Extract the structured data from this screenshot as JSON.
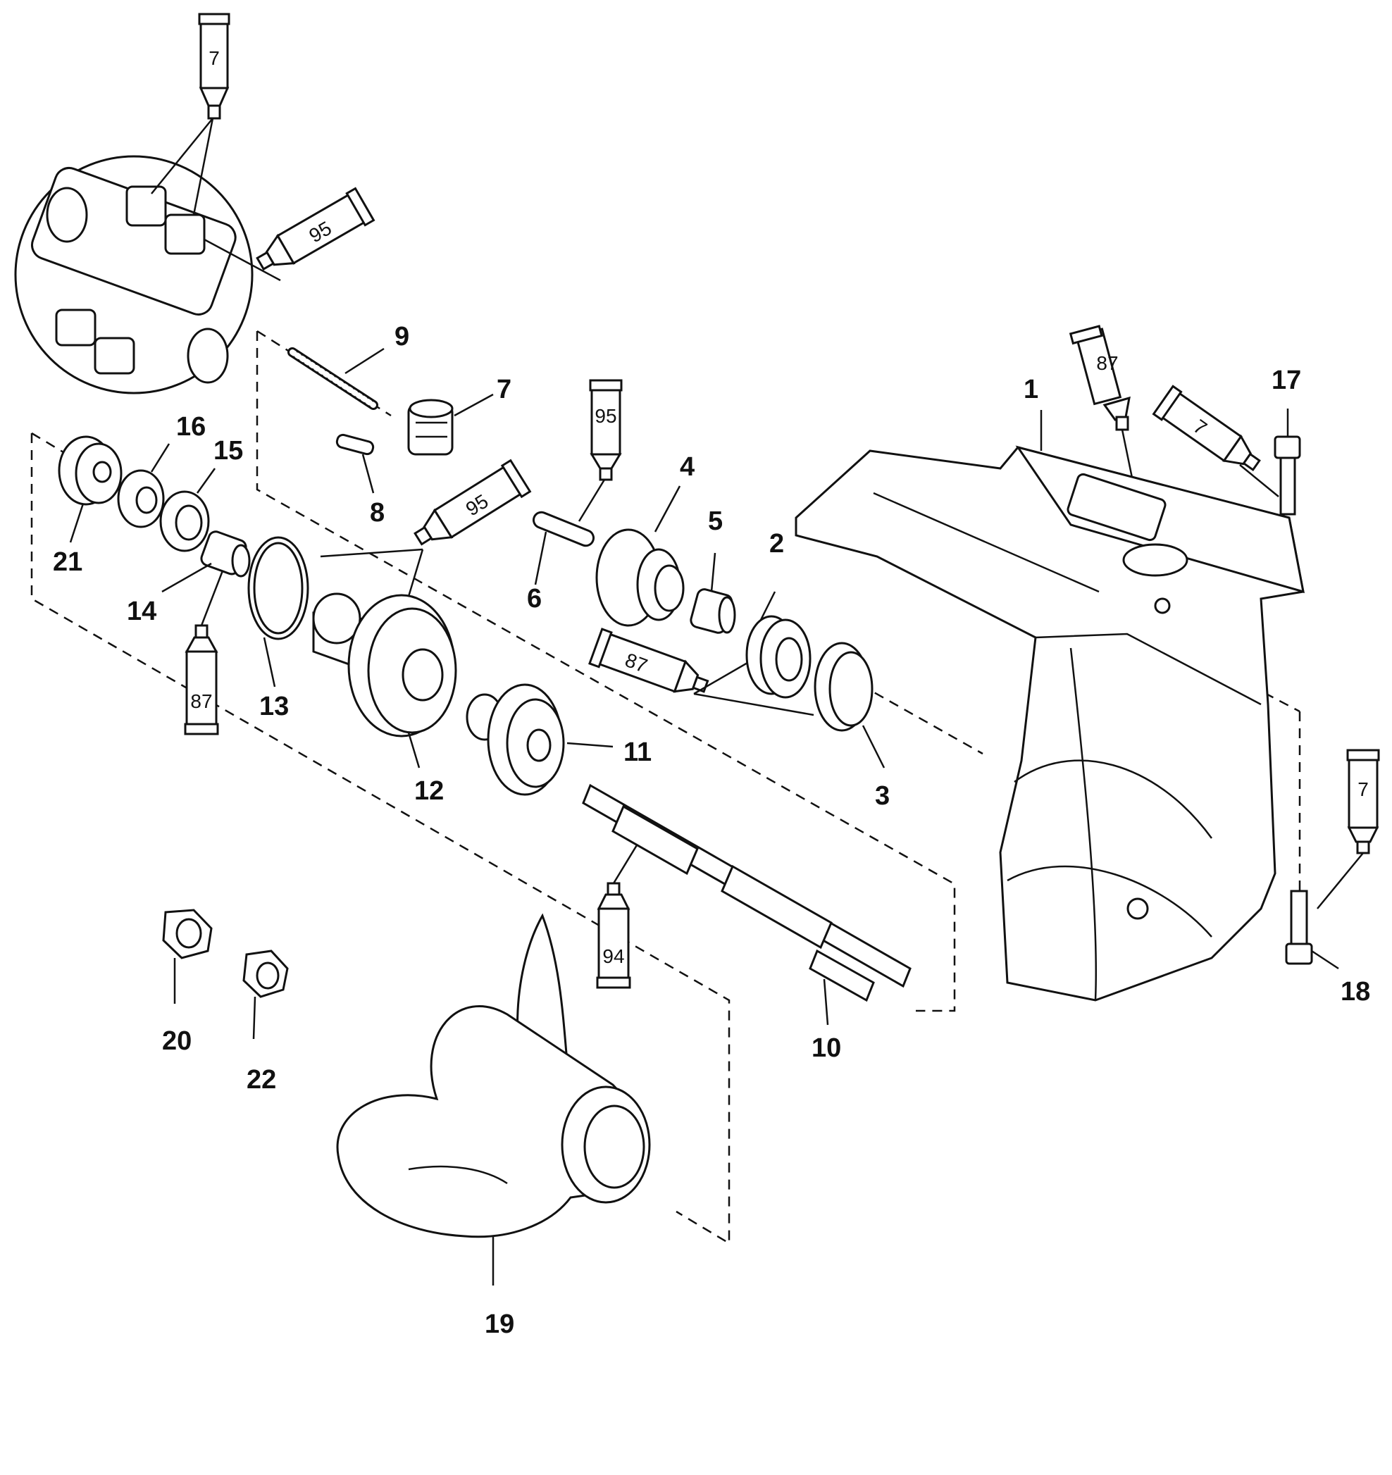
{
  "callouts": [
    {
      "id": "c1",
      "text": "1"
    },
    {
      "id": "c2",
      "text": "2"
    },
    {
      "id": "c3",
      "text": "3"
    },
    {
      "id": "c4",
      "text": "4"
    },
    {
      "id": "c5",
      "text": "5"
    },
    {
      "id": "c6",
      "text": "6"
    },
    {
      "id": "c7",
      "text": "7"
    },
    {
      "id": "c8",
      "text": "8"
    },
    {
      "id": "c9",
      "text": "9"
    },
    {
      "id": "c10",
      "text": "10"
    },
    {
      "id": "c11",
      "text": "11"
    },
    {
      "id": "c12",
      "text": "12"
    },
    {
      "id": "c13",
      "text": "13"
    },
    {
      "id": "c14",
      "text": "14"
    },
    {
      "id": "c15",
      "text": "15"
    },
    {
      "id": "c16",
      "text": "16"
    },
    {
      "id": "c17",
      "text": "17"
    },
    {
      "id": "c18",
      "text": "18"
    },
    {
      "id": "c19",
      "text": "19"
    },
    {
      "id": "c20",
      "text": "20"
    },
    {
      "id": "c21",
      "text": "21"
    },
    {
      "id": "c22",
      "text": "22"
    }
  ],
  "tubes": [
    {
      "id": "t1",
      "text": "7"
    },
    {
      "id": "t2",
      "text": "95"
    },
    {
      "id": "t3",
      "text": "87"
    },
    {
      "id": "t4",
      "text": "7"
    },
    {
      "id": "t5",
      "text": "95"
    },
    {
      "id": "t6",
      "text": "95"
    },
    {
      "id": "t7",
      "text": "87"
    },
    {
      "id": "t8",
      "text": "87"
    },
    {
      "id": "t9",
      "text": "94"
    },
    {
      "id": "t10",
      "text": "7"
    }
  ]
}
